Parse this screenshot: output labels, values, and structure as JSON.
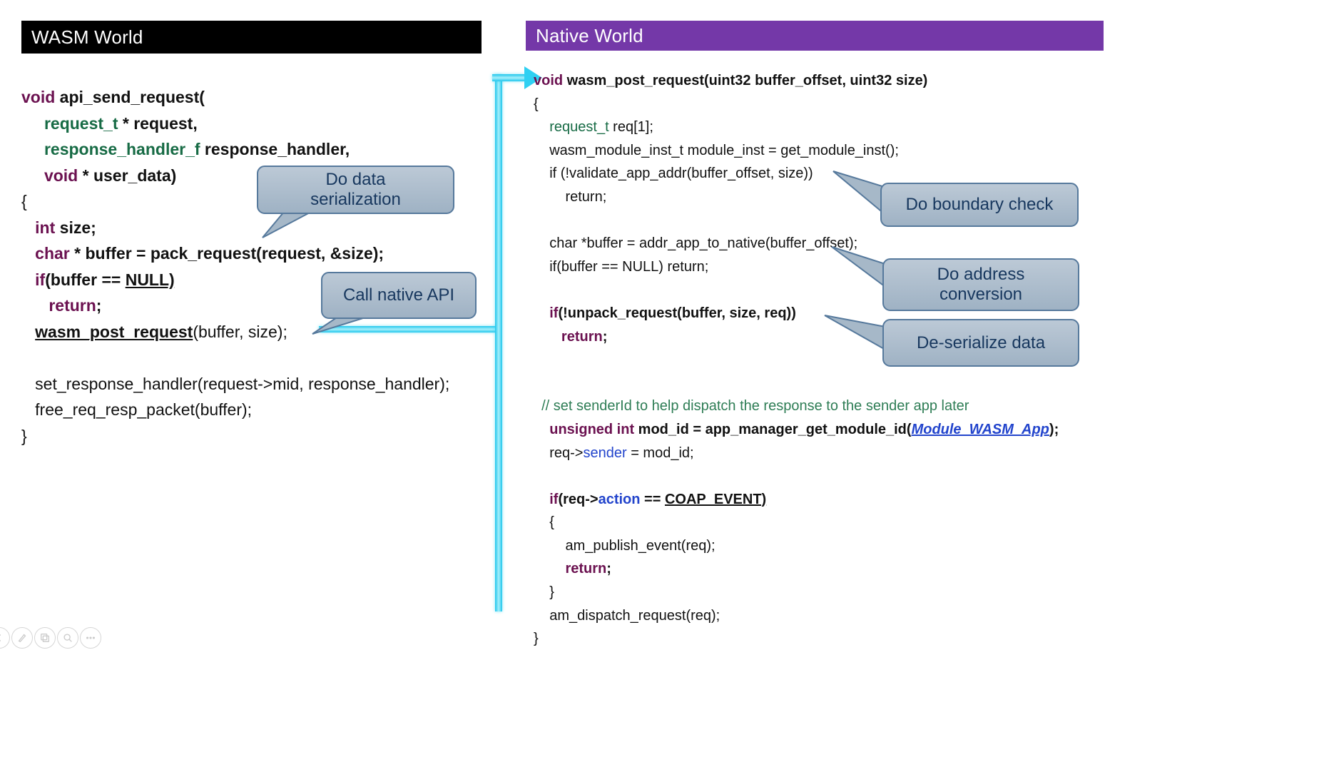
{
  "headers": {
    "wasm": "WASM World",
    "native": "Native World"
  },
  "colors": {
    "header_wasm_bg": "#000000",
    "header_native_bg": "#7438a8",
    "keyword": "#6b1150",
    "type_name": "#176b45",
    "comment": "#2e7d55",
    "accent_blue": "#2244cc",
    "bubble_border": "#56799c",
    "bubble_text": "#17375e",
    "arrow_cyan": "#2fd0f2",
    "code_text": "#111111"
  },
  "callouts": {
    "serialization": "Do data\nserialization",
    "call_native": "Call native API",
    "boundary": "Do boundary check",
    "address": "Do address\nconversion",
    "deserialize": "De-serialize data"
  },
  "wasm_code": [
    [
      [
        "kw",
        "void"
      ],
      [
        "b",
        " api_send_request("
      ]
    ],
    [
      [
        "b",
        "     "
      ],
      [
        "type",
        "request_t"
      ],
      [
        "b",
        " * request,"
      ]
    ],
    [
      [
        "b",
        "     "
      ],
      [
        "type",
        "response_handler_f"
      ],
      [
        "b",
        " response_handler,"
      ]
    ],
    [
      [
        "b",
        "     "
      ],
      [
        "kw",
        "void"
      ],
      [
        "b",
        " * user_data)"
      ]
    ],
    [
      [
        "n",
        "{"
      ]
    ],
    [
      [
        "n",
        "   "
      ],
      [
        "kw",
        "int"
      ],
      [
        "b",
        " size;"
      ]
    ],
    [
      [
        "n",
        "   "
      ],
      [
        "kw",
        "char"
      ],
      [
        "b",
        " * buffer = pack_request(request, &size);"
      ]
    ],
    [
      [
        "n",
        "   "
      ],
      [
        "kw",
        "if"
      ],
      [
        "b",
        "(buffer == "
      ],
      [
        "bu",
        "NULL)"
      ]
    ],
    [
      [
        "n",
        "      "
      ],
      [
        "kw",
        "return"
      ],
      [
        "b",
        ";"
      ]
    ],
    [
      [
        "n",
        "   "
      ],
      [
        "bu",
        "wasm_post_request"
      ],
      [
        "n",
        "(buffer, size);"
      ]
    ],
    [],
    [
      [
        "n",
        "   set_response_handler(request->mid, response_handler);"
      ]
    ],
    [
      [
        "n",
        "   free_req_resp_packet(buffer);"
      ]
    ],
    [
      [
        "n",
        "}"
      ]
    ]
  ],
  "native_code": [
    [
      [
        "kw",
        "void"
      ],
      [
        "b",
        " wasm_post_request(uint32 buffer_offset, uint32 size)"
      ]
    ],
    [
      [
        "n",
        "{"
      ]
    ],
    [
      [
        "n",
        "    "
      ],
      [
        "typen",
        "request_t"
      ],
      [
        "n",
        " req[1];"
      ]
    ],
    [
      [
        "n",
        "    wasm_module_inst_t module_inst = get_module_inst();"
      ]
    ],
    [
      [
        "n",
        "    if (!validate_app_addr(buffer_offset, size))"
      ]
    ],
    [
      [
        "n",
        "        return;"
      ]
    ],
    [],
    [
      [
        "n",
        "    char *buffer = addr_app_to_native(buffer_offset);"
      ]
    ],
    [
      [
        "n",
        "    if(buffer == NULL) return;"
      ]
    ],
    [],
    [
      [
        "n",
        "    "
      ],
      [
        "kw",
        "if"
      ],
      [
        "b",
        "(!unpack_request(buffer, size, req))"
      ]
    ],
    [
      [
        "n",
        "       "
      ],
      [
        "kw",
        "return"
      ],
      [
        "b",
        ";"
      ]
    ],
    [],
    [],
    [
      [
        "n",
        "  "
      ],
      [
        "comment",
        "// set senderId to help dispatch the response to the sender app later"
      ]
    ],
    [
      [
        "n",
        "    "
      ],
      [
        "kw",
        "unsigned int"
      ],
      [
        "b",
        " mod_id = app_manager_get_module_id("
      ],
      [
        "mod",
        "Module_WASM_App"
      ],
      [
        "b",
        ");"
      ]
    ],
    [
      [
        "n",
        "    req->"
      ],
      [
        "blue",
        "sender"
      ],
      [
        "n",
        " = mod_id;"
      ]
    ],
    [],
    [
      [
        "n",
        "    "
      ],
      [
        "kw",
        "if"
      ],
      [
        "b",
        "(req->"
      ],
      [
        "blueb",
        "action"
      ],
      [
        "b",
        " == "
      ],
      [
        "bu",
        "COAP_EVENT)"
      ]
    ],
    [
      [
        "n",
        "    {"
      ]
    ],
    [
      [
        "n",
        "        am_publish_event(req);"
      ]
    ],
    [
      [
        "n",
        "        "
      ],
      [
        "kw",
        "return"
      ],
      [
        "b",
        ";"
      ]
    ],
    [
      [
        "n",
        "    }"
      ]
    ],
    [
      [
        "n",
        "    am_dispatch_request(req);"
      ]
    ],
    [
      [
        "n",
        "}"
      ]
    ]
  ],
  "toolbar": {
    "buttons": [
      "previous",
      "pen",
      "copy",
      "magnifier",
      "more"
    ]
  }
}
